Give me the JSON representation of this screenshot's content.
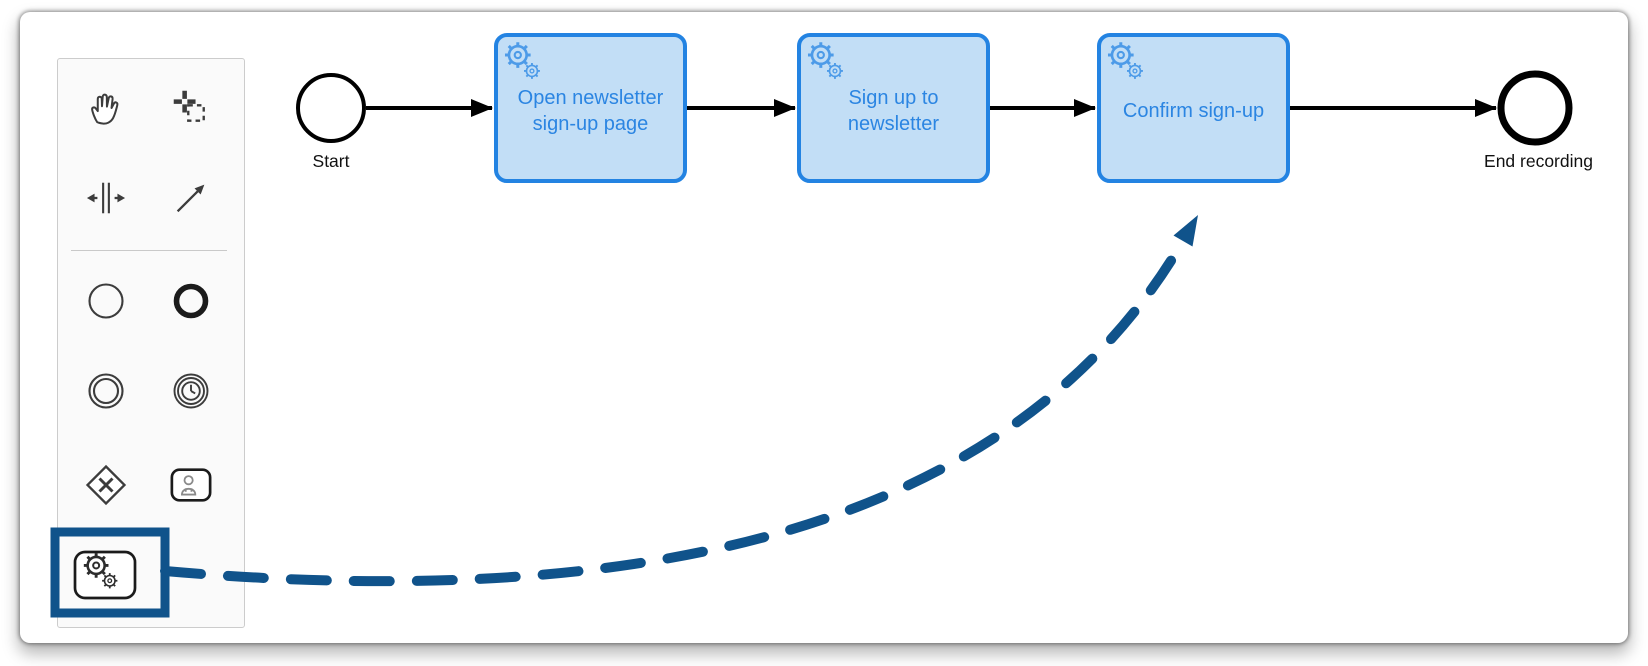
{
  "app": {
    "description": "BPMN process modeler canvas with tool palette"
  },
  "colors": {
    "task_fill": "#c2def6",
    "task_border": "#2383e2",
    "task_text": "#2b85e2",
    "task_marker": "#4d9be8",
    "flow": "#000000",
    "annotation": "#10538b",
    "palette_bg": "#fafafa",
    "palette_border": "#cccccc",
    "icon": "#3c3c3c",
    "person": "#8a8a8a"
  },
  "palette": {
    "items": [
      {
        "id": "hand-tool",
        "icon": "hand-icon",
        "highlighted": false
      },
      {
        "id": "lasso-tool",
        "icon": "lasso-icon",
        "highlighted": false
      },
      {
        "id": "space-tool",
        "icon": "space-icon",
        "highlighted": false
      },
      {
        "id": "global-connect-tool",
        "icon": "connect-arrow-icon",
        "highlighted": false
      },
      {
        "id": "create-start-event",
        "icon": "thin-circle-icon",
        "highlighted": false
      },
      {
        "id": "create-end-event",
        "icon": "thick-circle-icon",
        "highlighted": false
      },
      {
        "id": "create-intermediate-event",
        "icon": "double-circle-icon",
        "highlighted": false
      },
      {
        "id": "create-timer-event",
        "icon": "clock-circle-icon",
        "highlighted": false
      },
      {
        "id": "create-exclusive-gateway",
        "icon": "diamond-x-icon",
        "highlighted": false
      },
      {
        "id": "create-user-task",
        "icon": "user-task-icon",
        "highlighted": false
      },
      {
        "id": "create-rpa-task",
        "icon": "gears-task-icon",
        "highlighted": true
      }
    ]
  },
  "diagram": {
    "start_event": {
      "label": "Start"
    },
    "tasks": [
      {
        "label": "Open newsletter\nsign-up page",
        "marker": "gears-icon"
      },
      {
        "label": "Sign up to\nnewsletter",
        "marker": "gears-icon"
      },
      {
        "label": "Confirm sign-up",
        "marker": "gears-icon"
      }
    ],
    "end_event": {
      "label": "End recording"
    },
    "flows": [
      {
        "from": "start-event",
        "to": "task-open-newsletter-sign-up-page"
      },
      {
        "from": "task-open-newsletter-sign-up-page",
        "to": "task-sign-up-to-newsletter"
      },
      {
        "from": "task-sign-up-to-newsletter",
        "to": "task-confirm-sign-up"
      },
      {
        "from": "task-confirm-sign-up",
        "to": "end-event"
      }
    ],
    "annotation": {
      "type": "dashed-curved-arrow",
      "from": "palette-create-rpa-task",
      "to": "task-confirm-sign-up"
    }
  }
}
